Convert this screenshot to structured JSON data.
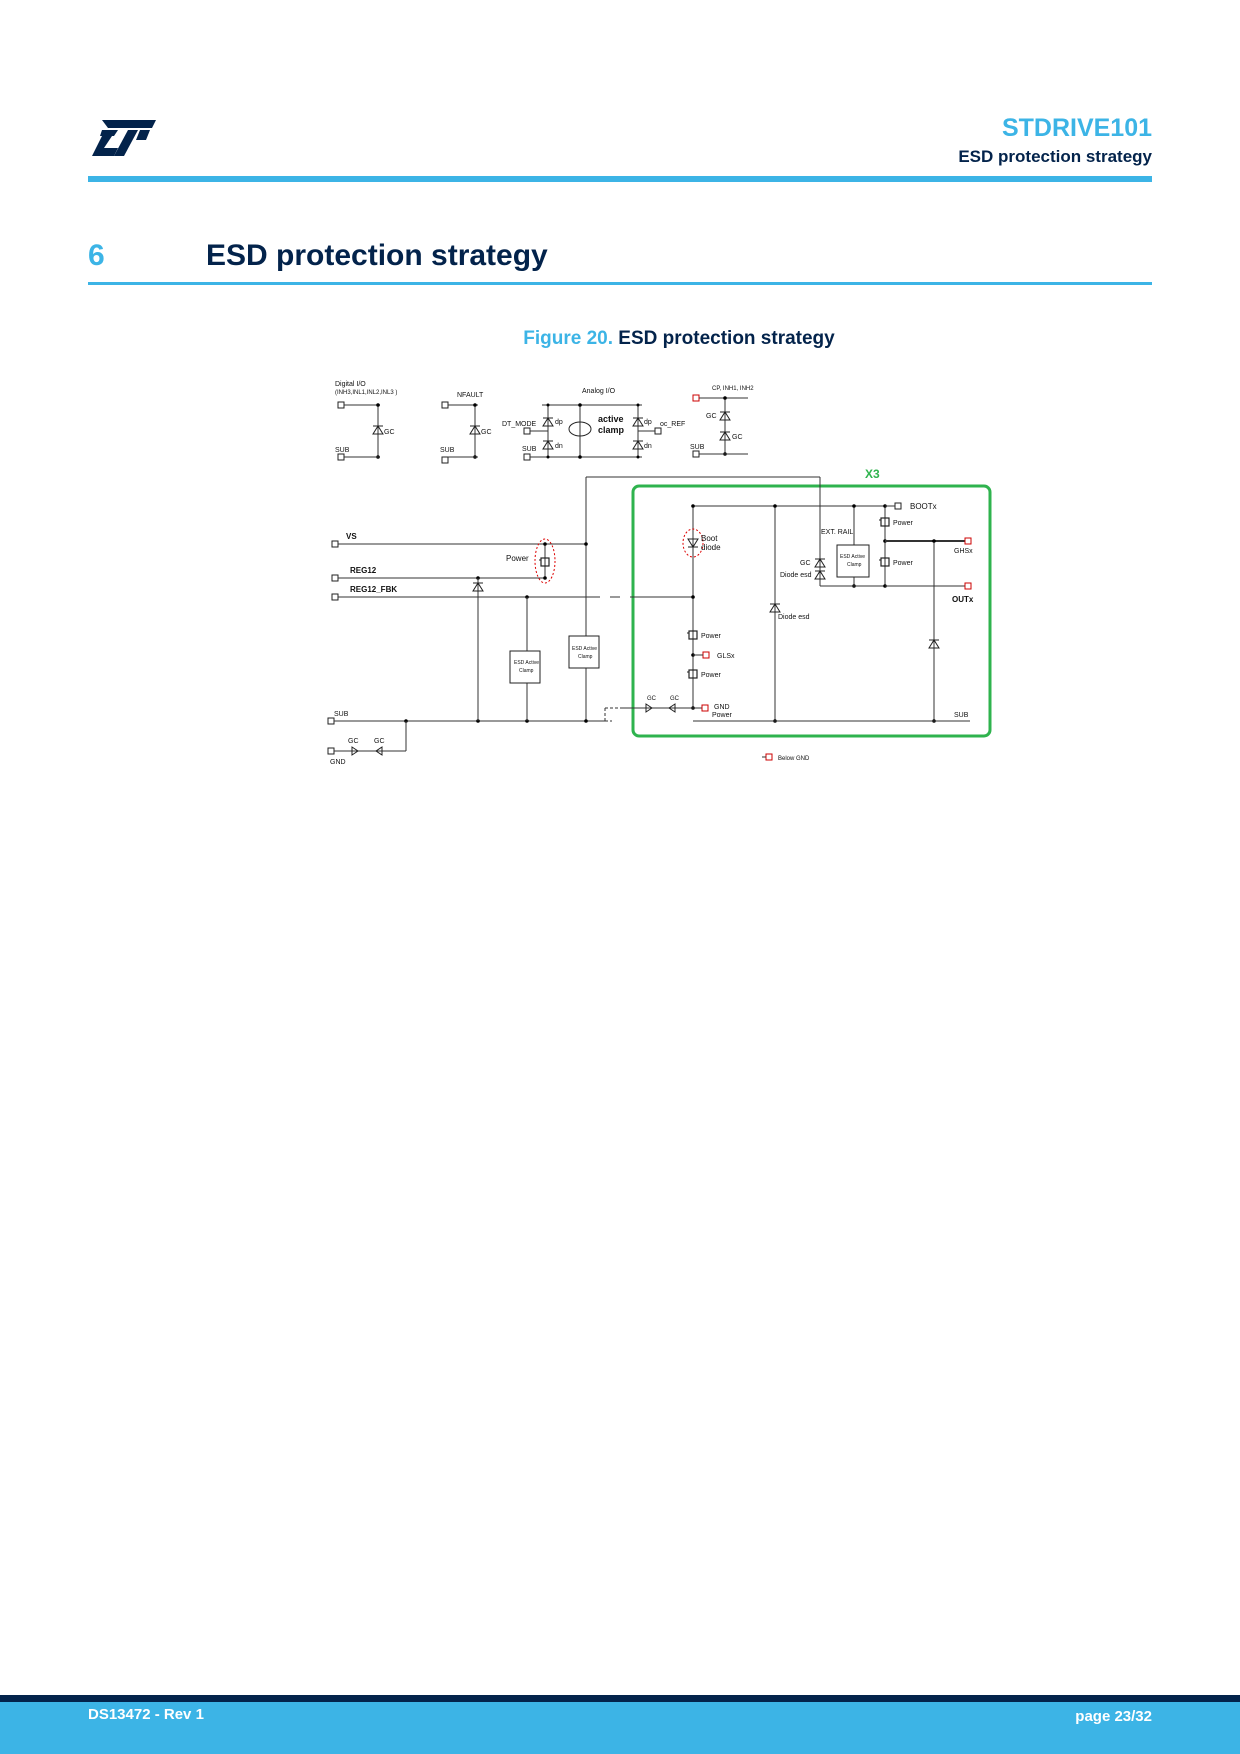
{
  "header": {
    "logo": "ST",
    "doc_title": "STDRIVE101",
    "doc_subtitle": "ESD protection strategy"
  },
  "section": {
    "number": "6",
    "title": "ESD protection strategy"
  },
  "figure": {
    "number": "Figure 20.",
    "title": "ESD protection strategy",
    "labels": {
      "digital_io": "Digital I/O",
      "digital_io_pins": "(INH3,INL1,INL2,INL3 )",
      "nfault": "NFAULT",
      "analog_io": "Analog I/O",
      "cp_pins": "CP, INH1, INH2",
      "gc": "GC",
      "sub": "SUB",
      "dt_mode": "DT_MODE",
      "oc_ref": "oc_REF",
      "dp": "dp",
      "dn": "dn",
      "active": "active",
      "clamp": "clamp",
      "x3": "X3",
      "vs": "VS",
      "reg12": "REG12",
      "reg12_fbk": "REG12_FBK",
      "power": "Power",
      "boot": "Boot",
      "diode": "diode",
      "bootx": "BOOTx",
      "ext_rail": "EXT. RAIL",
      "esd_active": "ESD Active",
      "clamp_small": "Clamp",
      "diode_esd": "Diode esd",
      "ghsx": "GHSx",
      "outx": "OUTx",
      "glsx": "GLSx",
      "gnd": "GND",
      "below_gnd": "Below GND"
    }
  },
  "footer": {
    "doc_id": "DS13472 - Rev 1",
    "page": "page 23/32"
  }
}
